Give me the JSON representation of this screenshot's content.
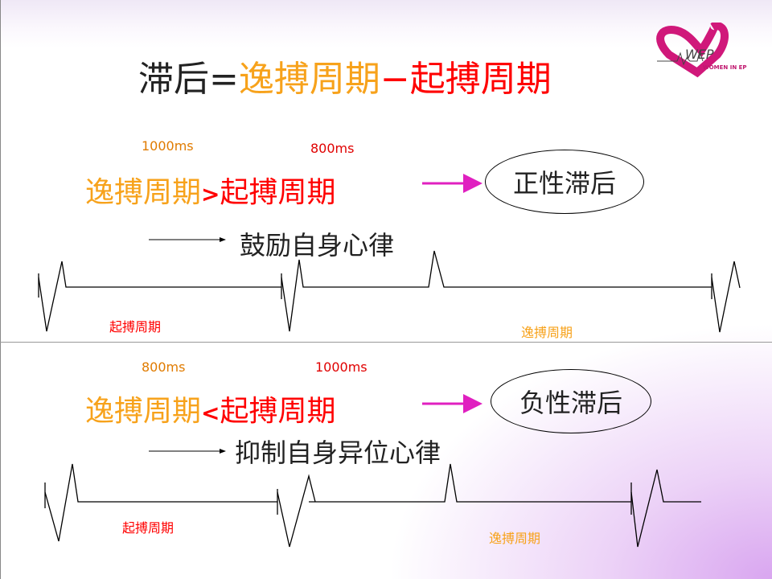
{
  "title": {
    "part1": "滞后=",
    "part2": "逸搏周期",
    "part3": "−",
    "part4": "起搏周期"
  },
  "logo": {
    "text": "WOMEN IN EP",
    "mark": "WEP"
  },
  "section1": {
    "escape_ms": "1000ms",
    "pacing_ms": "800ms",
    "escape_label": "逸搏周期",
    "operator": ">",
    "pacing_label": "起搏周期",
    "result": "正性滞后",
    "effect": "鼓励自身心律",
    "wave_pacing_label": "起搏周期",
    "wave_escape_label": "逸搏周期"
  },
  "section2": {
    "escape_ms": "800ms",
    "pacing_ms": "1000ms",
    "escape_label": "逸搏周期",
    "operator": "<",
    "pacing_label": "起搏周期",
    "result": "负性滞后",
    "effect": "抑制自身异位心律",
    "wave_pacing_label": "起搏周期",
    "wave_escape_label": "逸搏周期"
  },
  "colors": {
    "orange": "#f7a21b",
    "red": "#ff0000",
    "arrow": "#e020c0"
  }
}
